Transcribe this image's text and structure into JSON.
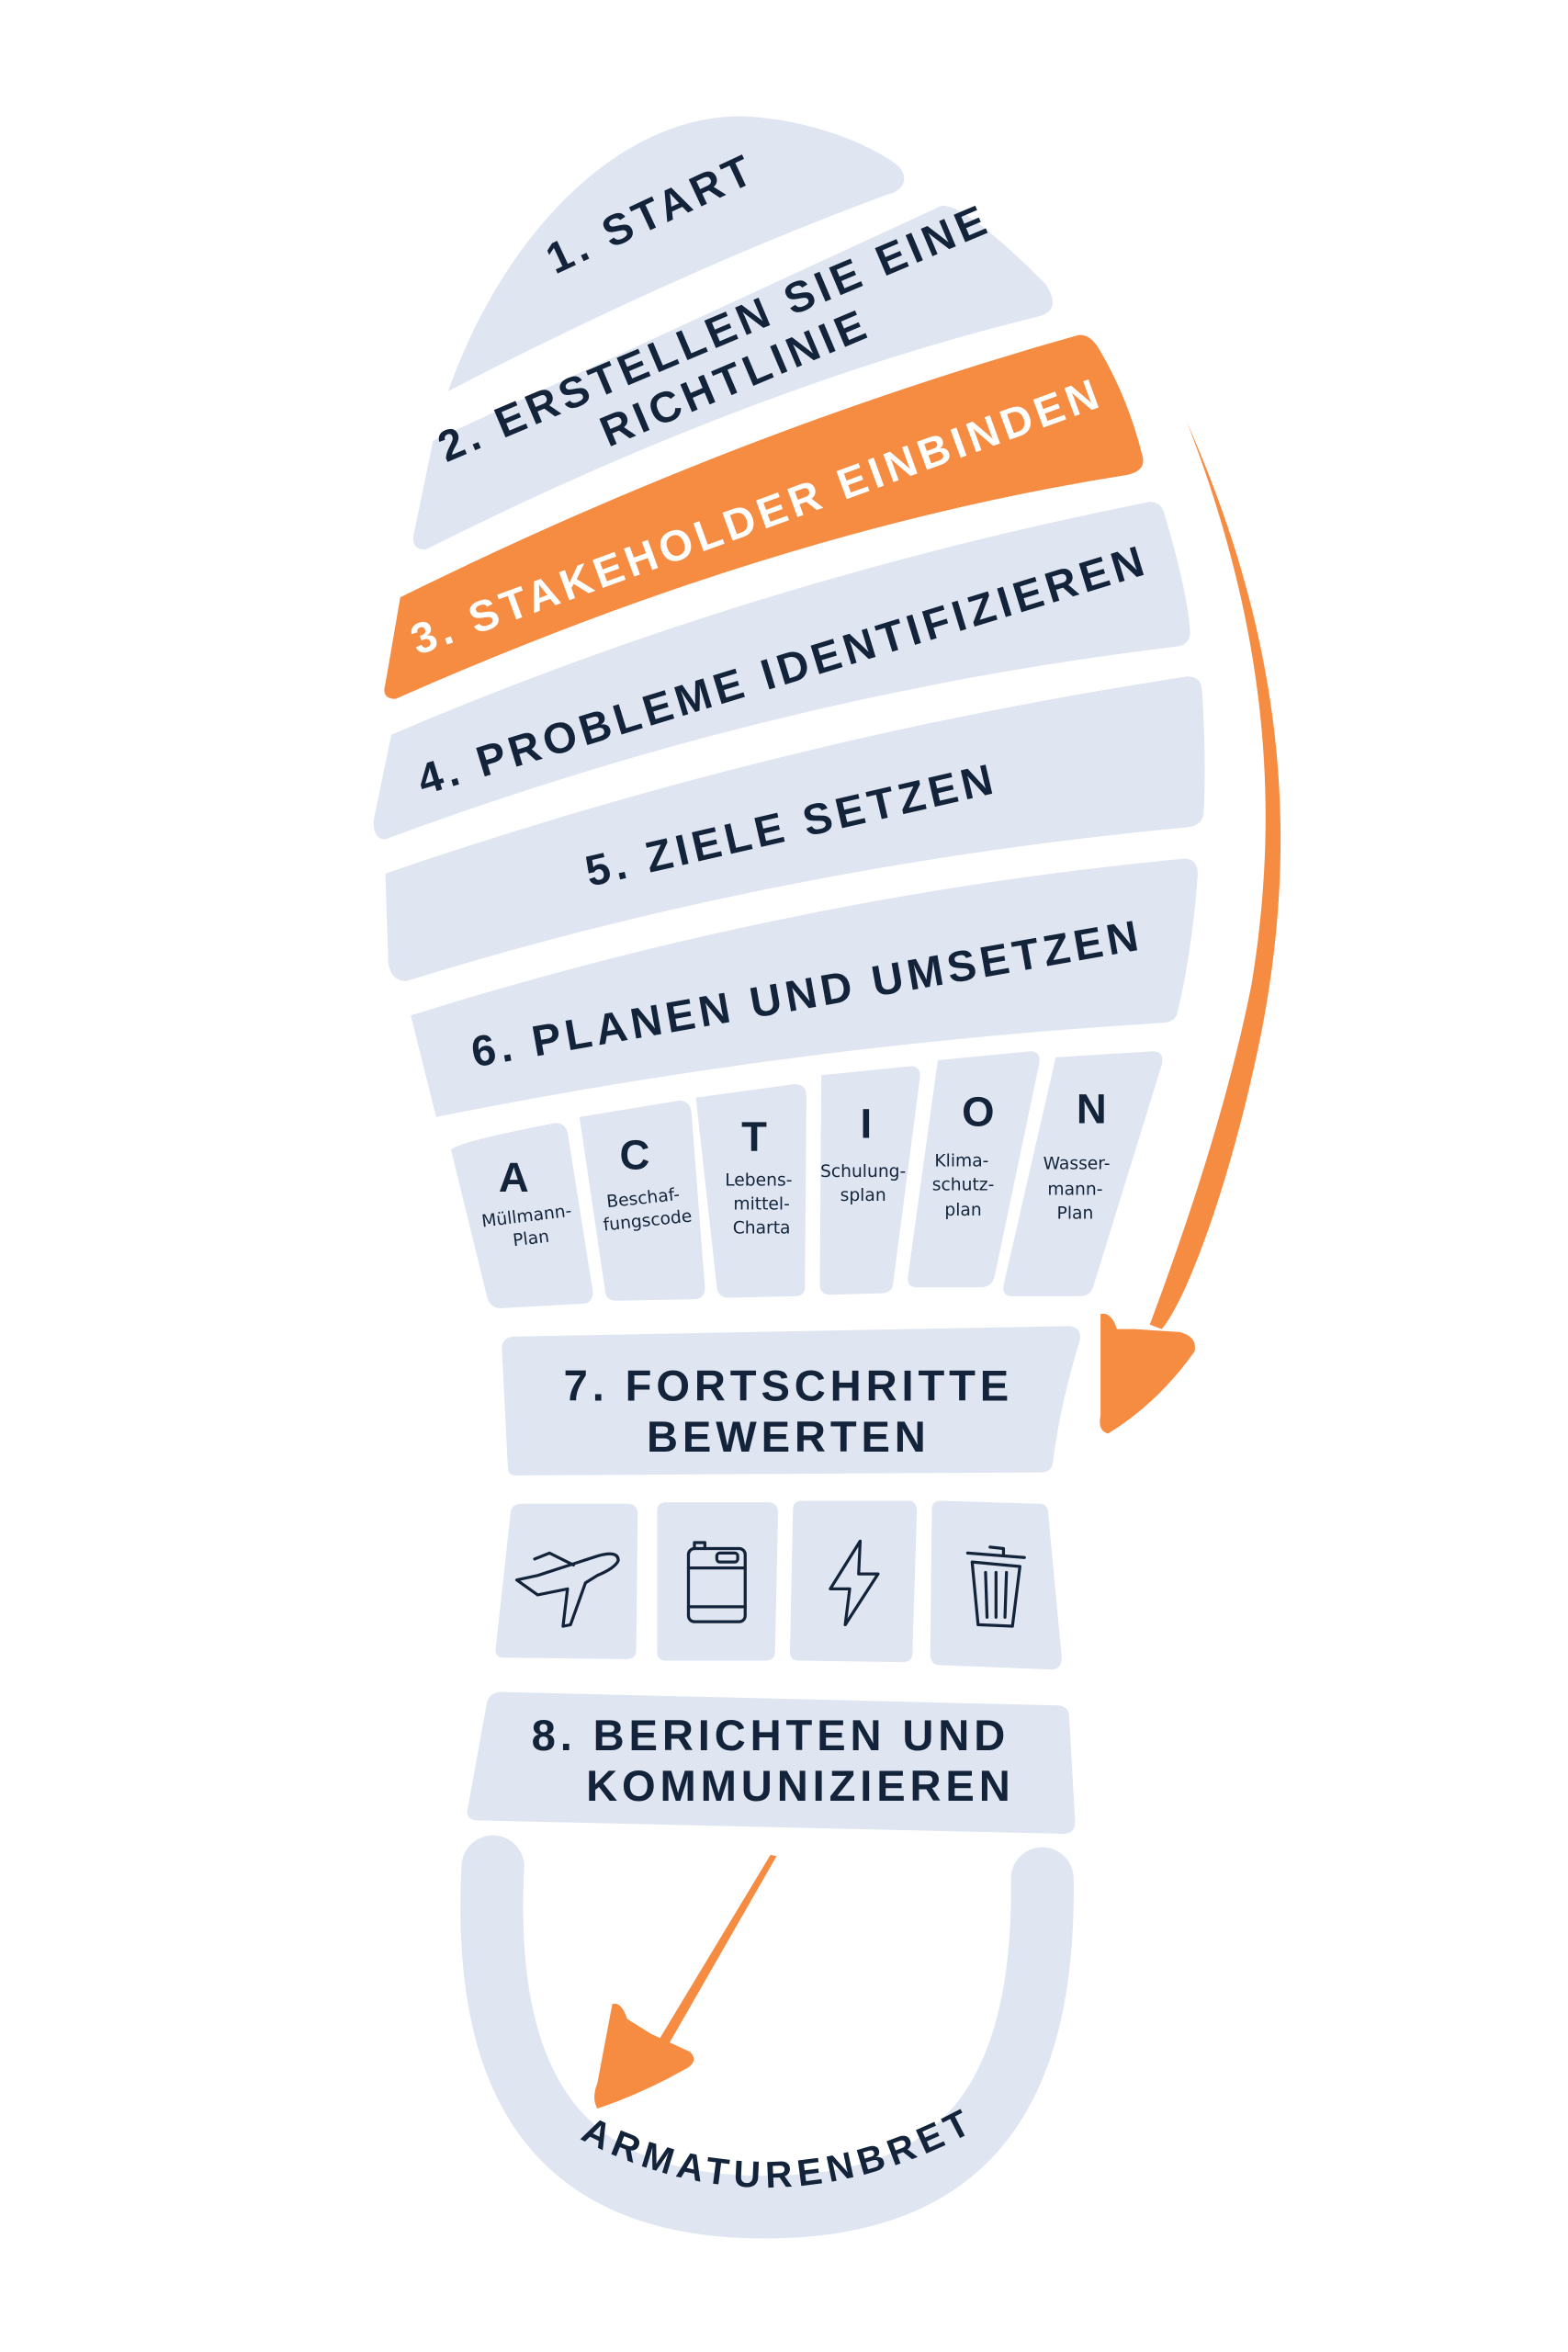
{
  "steps": [
    {
      "lines": [
        "1. START"
      ]
    },
    {
      "lines": [
        "2. ERSTELLEN SIE EINE",
        "RICHTLINIE"
      ]
    },
    {
      "lines": [
        "3. STAKEHOLDER EINBINDEN"
      ],
      "highlighted": true
    },
    {
      "lines": [
        "4. PROBLEME IDENTIFIZIEREN"
      ]
    },
    {
      "lines": [
        "5. ZIELE SETZEN"
      ]
    },
    {
      "lines": [
        "6. PLANEN UND UMSETZEN"
      ]
    },
    {
      "lines": [
        "7. FORTSCHRITTE",
        "BEWERTEN"
      ]
    },
    {
      "lines": [
        "8. BERICHTEN UND",
        "KOMMUNIZIEREN"
      ]
    }
  ],
  "action": [
    {
      "letter": "A",
      "lines": [
        "Müllmann-",
        "Plan"
      ]
    },
    {
      "letter": "C",
      "lines": [
        "Beschaf-",
        "fungscode"
      ]
    },
    {
      "letter": "T",
      "lines": [
        "Lebens-",
        "mittel-",
        "Charta"
      ]
    },
    {
      "letter": "I",
      "lines": [
        "Schulung-",
        "splan"
      ]
    },
    {
      "letter": "O",
      "lines": [
        "Klima-",
        "schutz-",
        "plan"
      ]
    },
    {
      "letter": "N",
      "lines": [
        "Wasser-",
        "mann-",
        "Plan"
      ]
    }
  ],
  "icons": [
    "airplane-icon",
    "jerrycan-icon",
    "lightning-icon",
    "trash-can-icon"
  ],
  "heel": {
    "label": "ARMATURENBRETT"
  },
  "colors": {
    "band": "#dfe5f1",
    "highlight": "#f58c42",
    "text": "#13243a"
  }
}
